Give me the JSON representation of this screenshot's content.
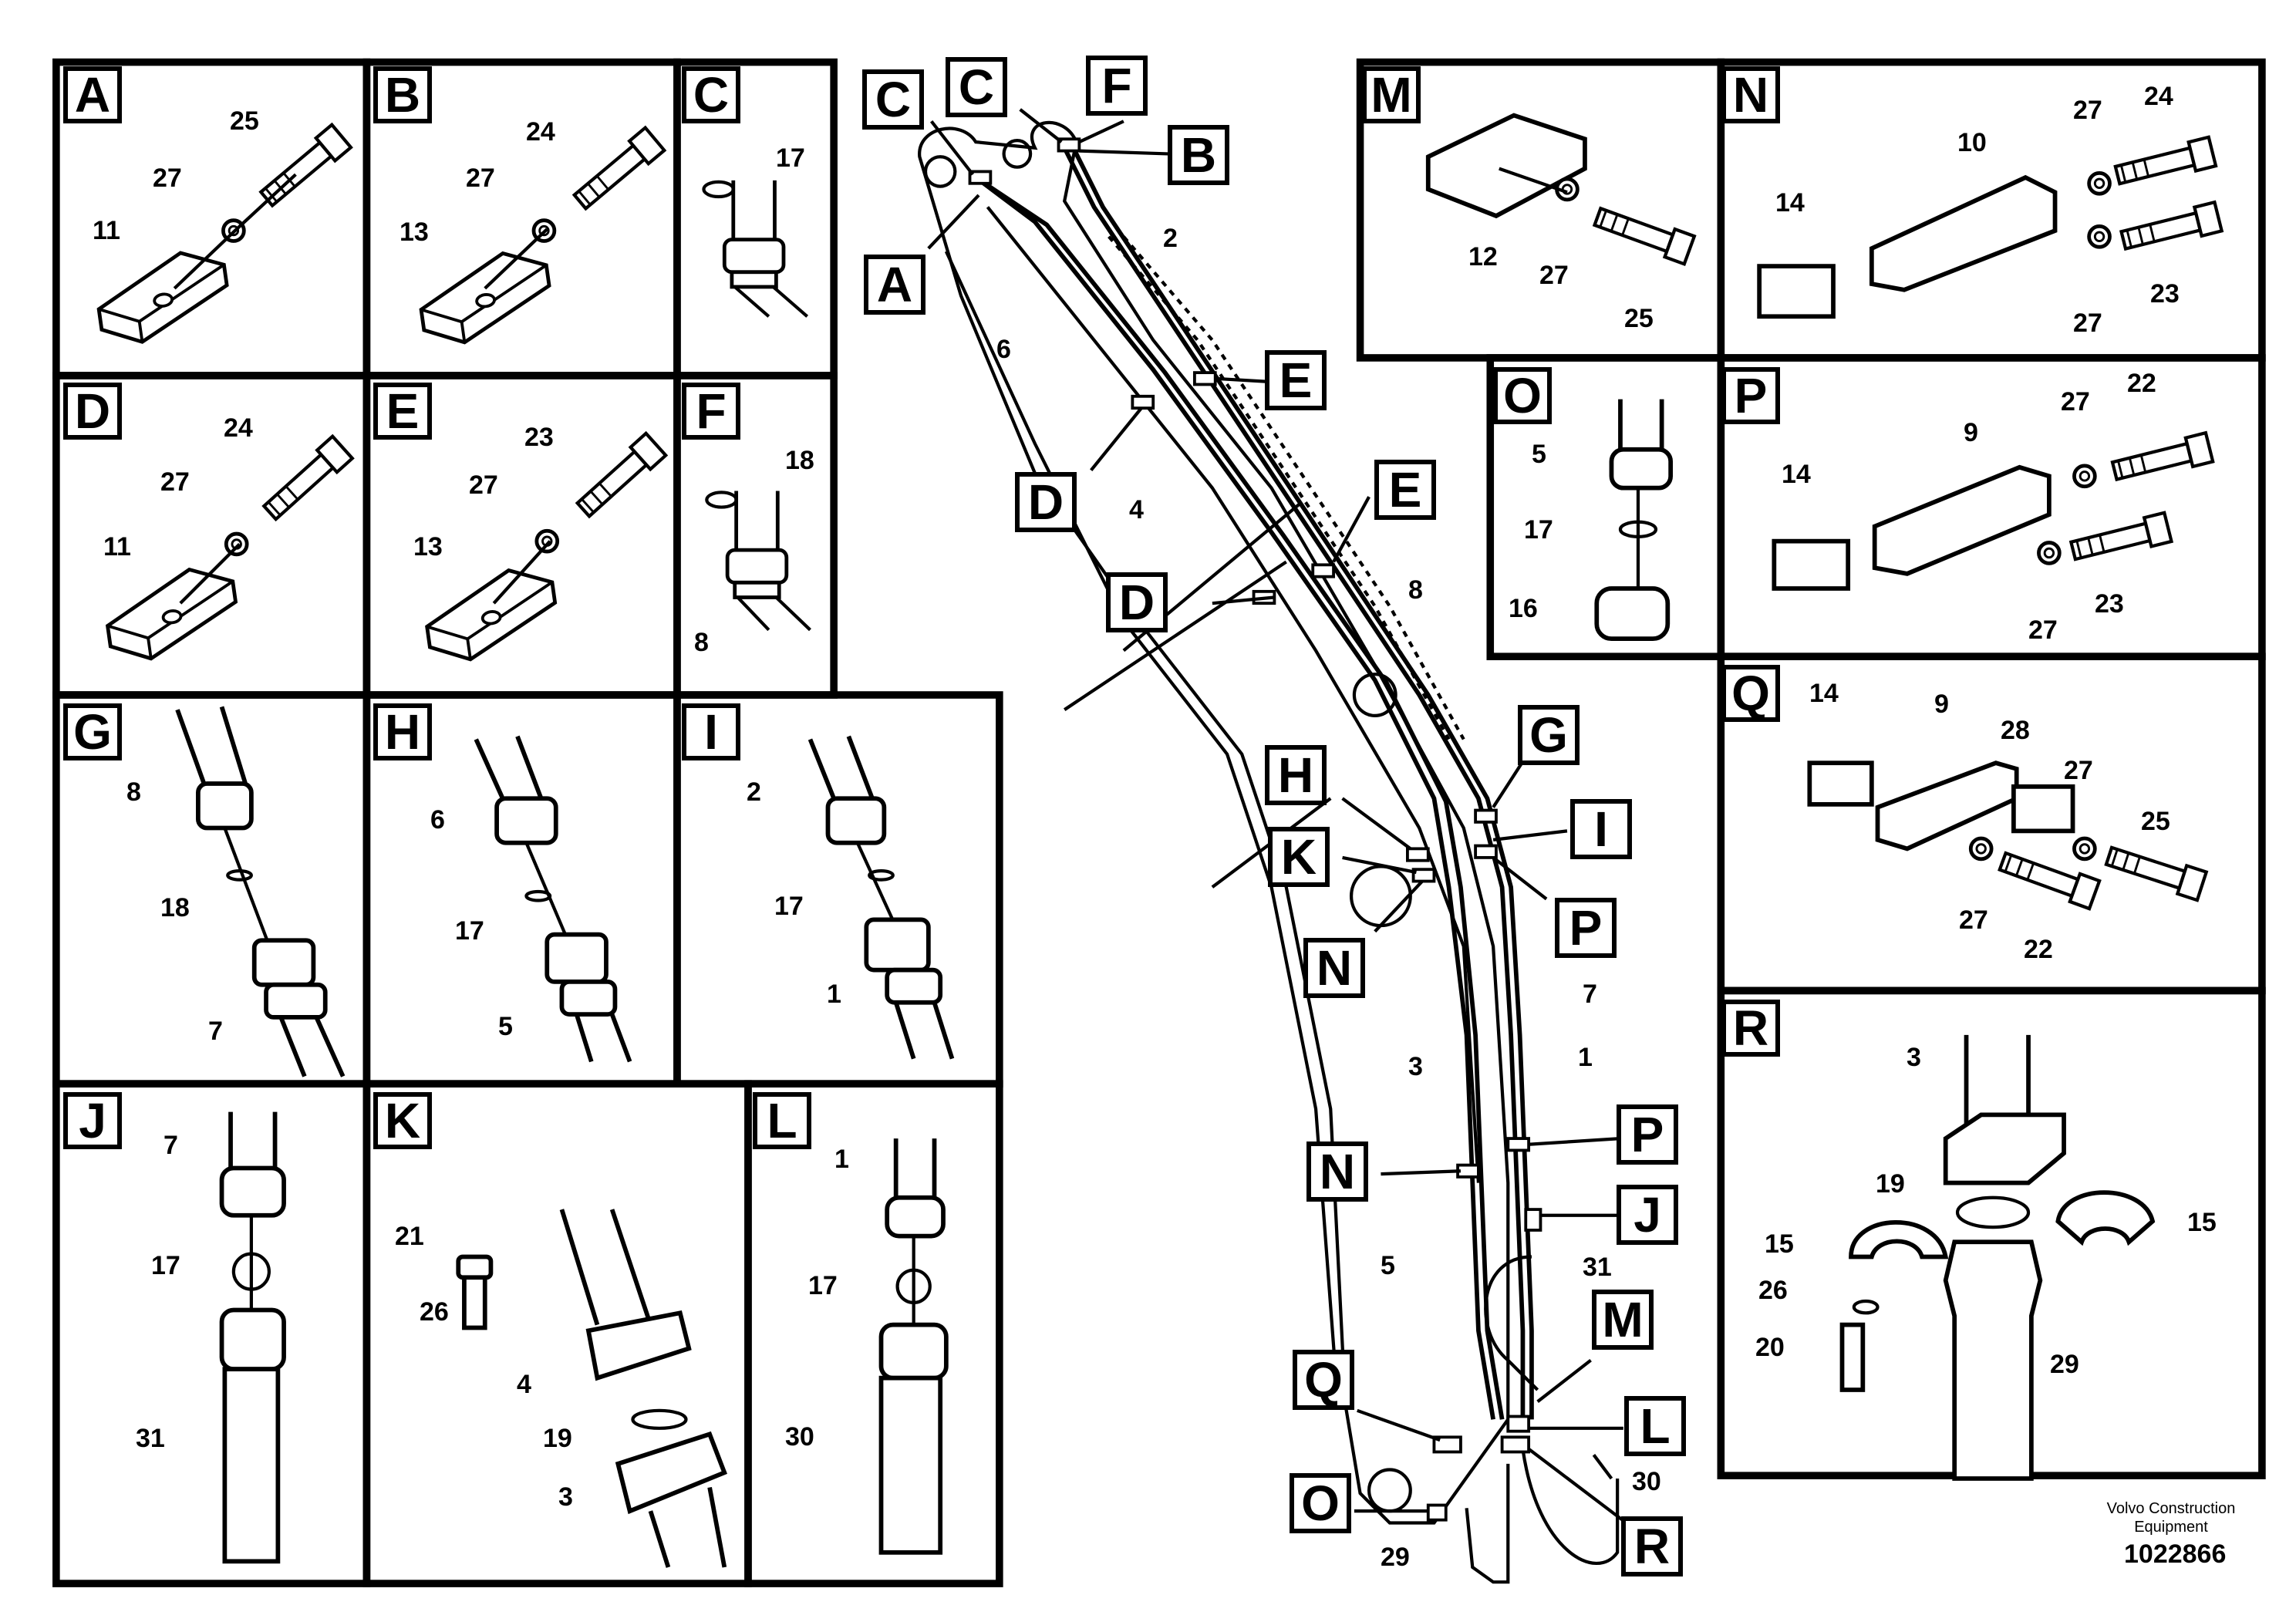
{
  "panels": [
    {
      "letter": "A",
      "parts": [
        "25",
        "27",
        "11"
      ]
    },
    {
      "letter": "B",
      "parts": [
        "24",
        "27",
        "13"
      ]
    },
    {
      "letter": "C",
      "parts": [
        "17"
      ]
    },
    {
      "letter": "D",
      "parts": [
        "24",
        "27",
        "11"
      ]
    },
    {
      "letter": "E",
      "parts": [
        "23",
        "27",
        "13"
      ]
    },
    {
      "letter": "F",
      "parts": [
        "18",
        "8"
      ]
    },
    {
      "letter": "G",
      "parts": [
        "8",
        "18",
        "7"
      ]
    },
    {
      "letter": "H",
      "parts": [
        "6",
        "17",
        "5"
      ]
    },
    {
      "letter": "I",
      "parts": [
        "2",
        "17",
        "1"
      ]
    },
    {
      "letter": "J",
      "parts": [
        "7",
        "17",
        "31"
      ]
    },
    {
      "letter": "K",
      "parts": [
        "21",
        "26",
        "4",
        "19",
        "3"
      ]
    },
    {
      "letter": "L",
      "parts": [
        "1",
        "17",
        "30"
      ]
    },
    {
      "letter": "M",
      "parts": [
        "12",
        "27",
        "25"
      ]
    },
    {
      "letter": "N",
      "parts": [
        "27",
        "24",
        "10",
        "14",
        "27",
        "23"
      ]
    },
    {
      "letter": "O",
      "parts": [
        "5",
        "17",
        "16"
      ]
    },
    {
      "letter": "P",
      "parts": [
        "27",
        "22",
        "9",
        "14",
        "27",
        "23"
      ]
    },
    {
      "letter": "Q",
      "parts": [
        "14",
        "9",
        "28",
        "27",
        "25",
        "27",
        "22"
      ]
    },
    {
      "letter": "R",
      "parts": [
        "3",
        "19",
        "15",
        "15",
        "26",
        "20",
        "29"
      ]
    }
  ],
  "boom_callouts": [
    "C",
    "C",
    "F",
    "B",
    "A",
    "E",
    "E",
    "D",
    "D",
    "G",
    "H",
    "K",
    "I",
    "P",
    "N",
    "P",
    "N",
    "J",
    "M",
    "Q",
    "L",
    "O",
    "R"
  ],
  "boom_parts": [
    "2",
    "6",
    "4",
    "8",
    "7",
    "1",
    "3",
    "5",
    "31",
    "30",
    "29"
  ],
  "footer": {
    "company": "Volvo Construction Equipment",
    "company_line1": "Volvo Construction",
    "company_line2": "Equipment",
    "document_number": "1022866"
  }
}
